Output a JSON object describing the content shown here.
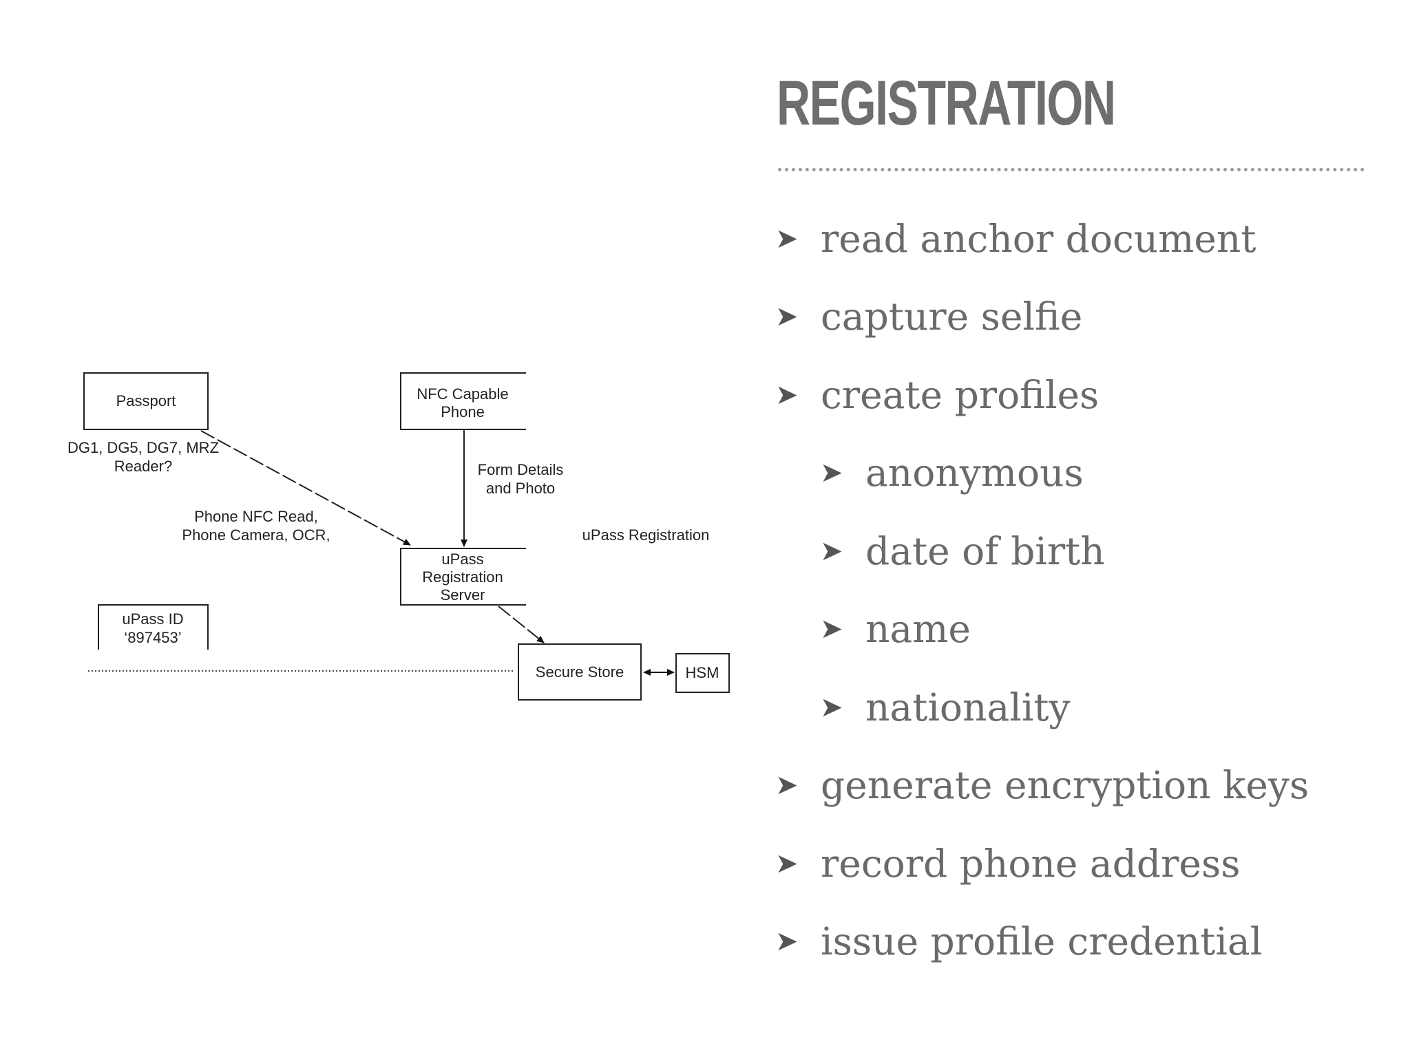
{
  "slide": {
    "title": "REGISTRATION",
    "bullets": [
      {
        "text": "read anchor document",
        "level": 1
      },
      {
        "text": "capture selfie",
        "level": 1
      },
      {
        "text": "create profiles",
        "level": 1
      },
      {
        "text": "anonymous",
        "level": 2
      },
      {
        "text": "date of birth",
        "level": 2
      },
      {
        "text": "name",
        "level": 2
      },
      {
        "text": "nationality",
        "level": 2
      },
      {
        "text": "generate encryption keys",
        "level": 1
      },
      {
        "text": "record phone address",
        "level": 1
      },
      {
        "text": "issue profile credential",
        "level": 1
      }
    ],
    "bullet_icon": "arrowhead-bullet-icon"
  },
  "diagram": {
    "passport": "Passport",
    "passport_note": [
      "DG1, DG5, DG7, MRZ",
      "Reader?"
    ],
    "nfc_phone": [
      "NFC Capable",
      "Phone"
    ],
    "form_details": [
      "Form Details",
      "and Photo"
    ],
    "phone_read": [
      "Phone NFC Read,",
      "Phone Camera, OCR,"
    ],
    "upass_registration_label": "uPass Registration",
    "server": [
      "uPass",
      "Registration",
      "Server"
    ],
    "upass_id": [
      "uPass ID",
      "‘897453’"
    ],
    "secure_store": "Secure Store",
    "hsm": "HSM"
  }
}
